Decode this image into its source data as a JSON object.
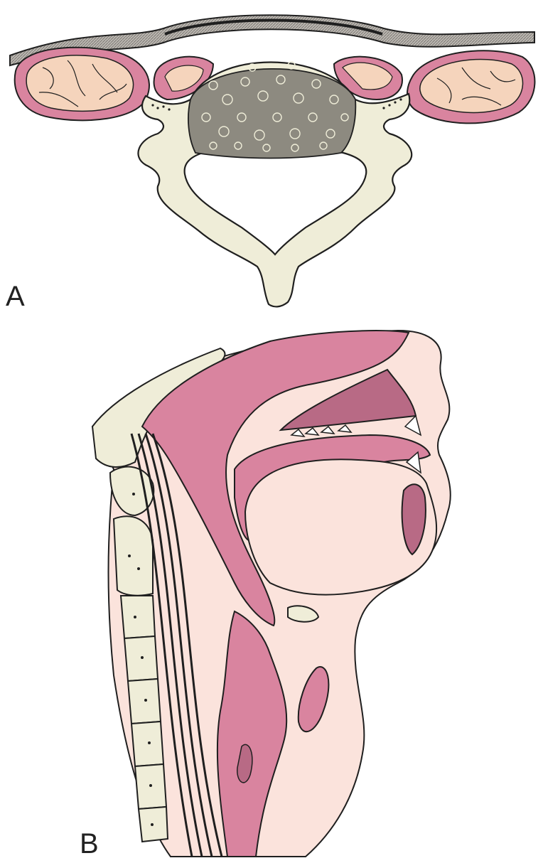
{
  "panels": [
    {
      "id": "A",
      "label": "A"
    },
    {
      "id": "B",
      "label": "B"
    }
  ],
  "colors": {
    "bone": "#efedd8",
    "marrow": "#b9b7a6",
    "pink": "#d9849f",
    "pale_pink": "#fbe3dc",
    "fat": "#f5d4bc",
    "dark_pink": "#b86a85",
    "outline": "#1f1f1f",
    "skin_band": "#6f6b66"
  }
}
